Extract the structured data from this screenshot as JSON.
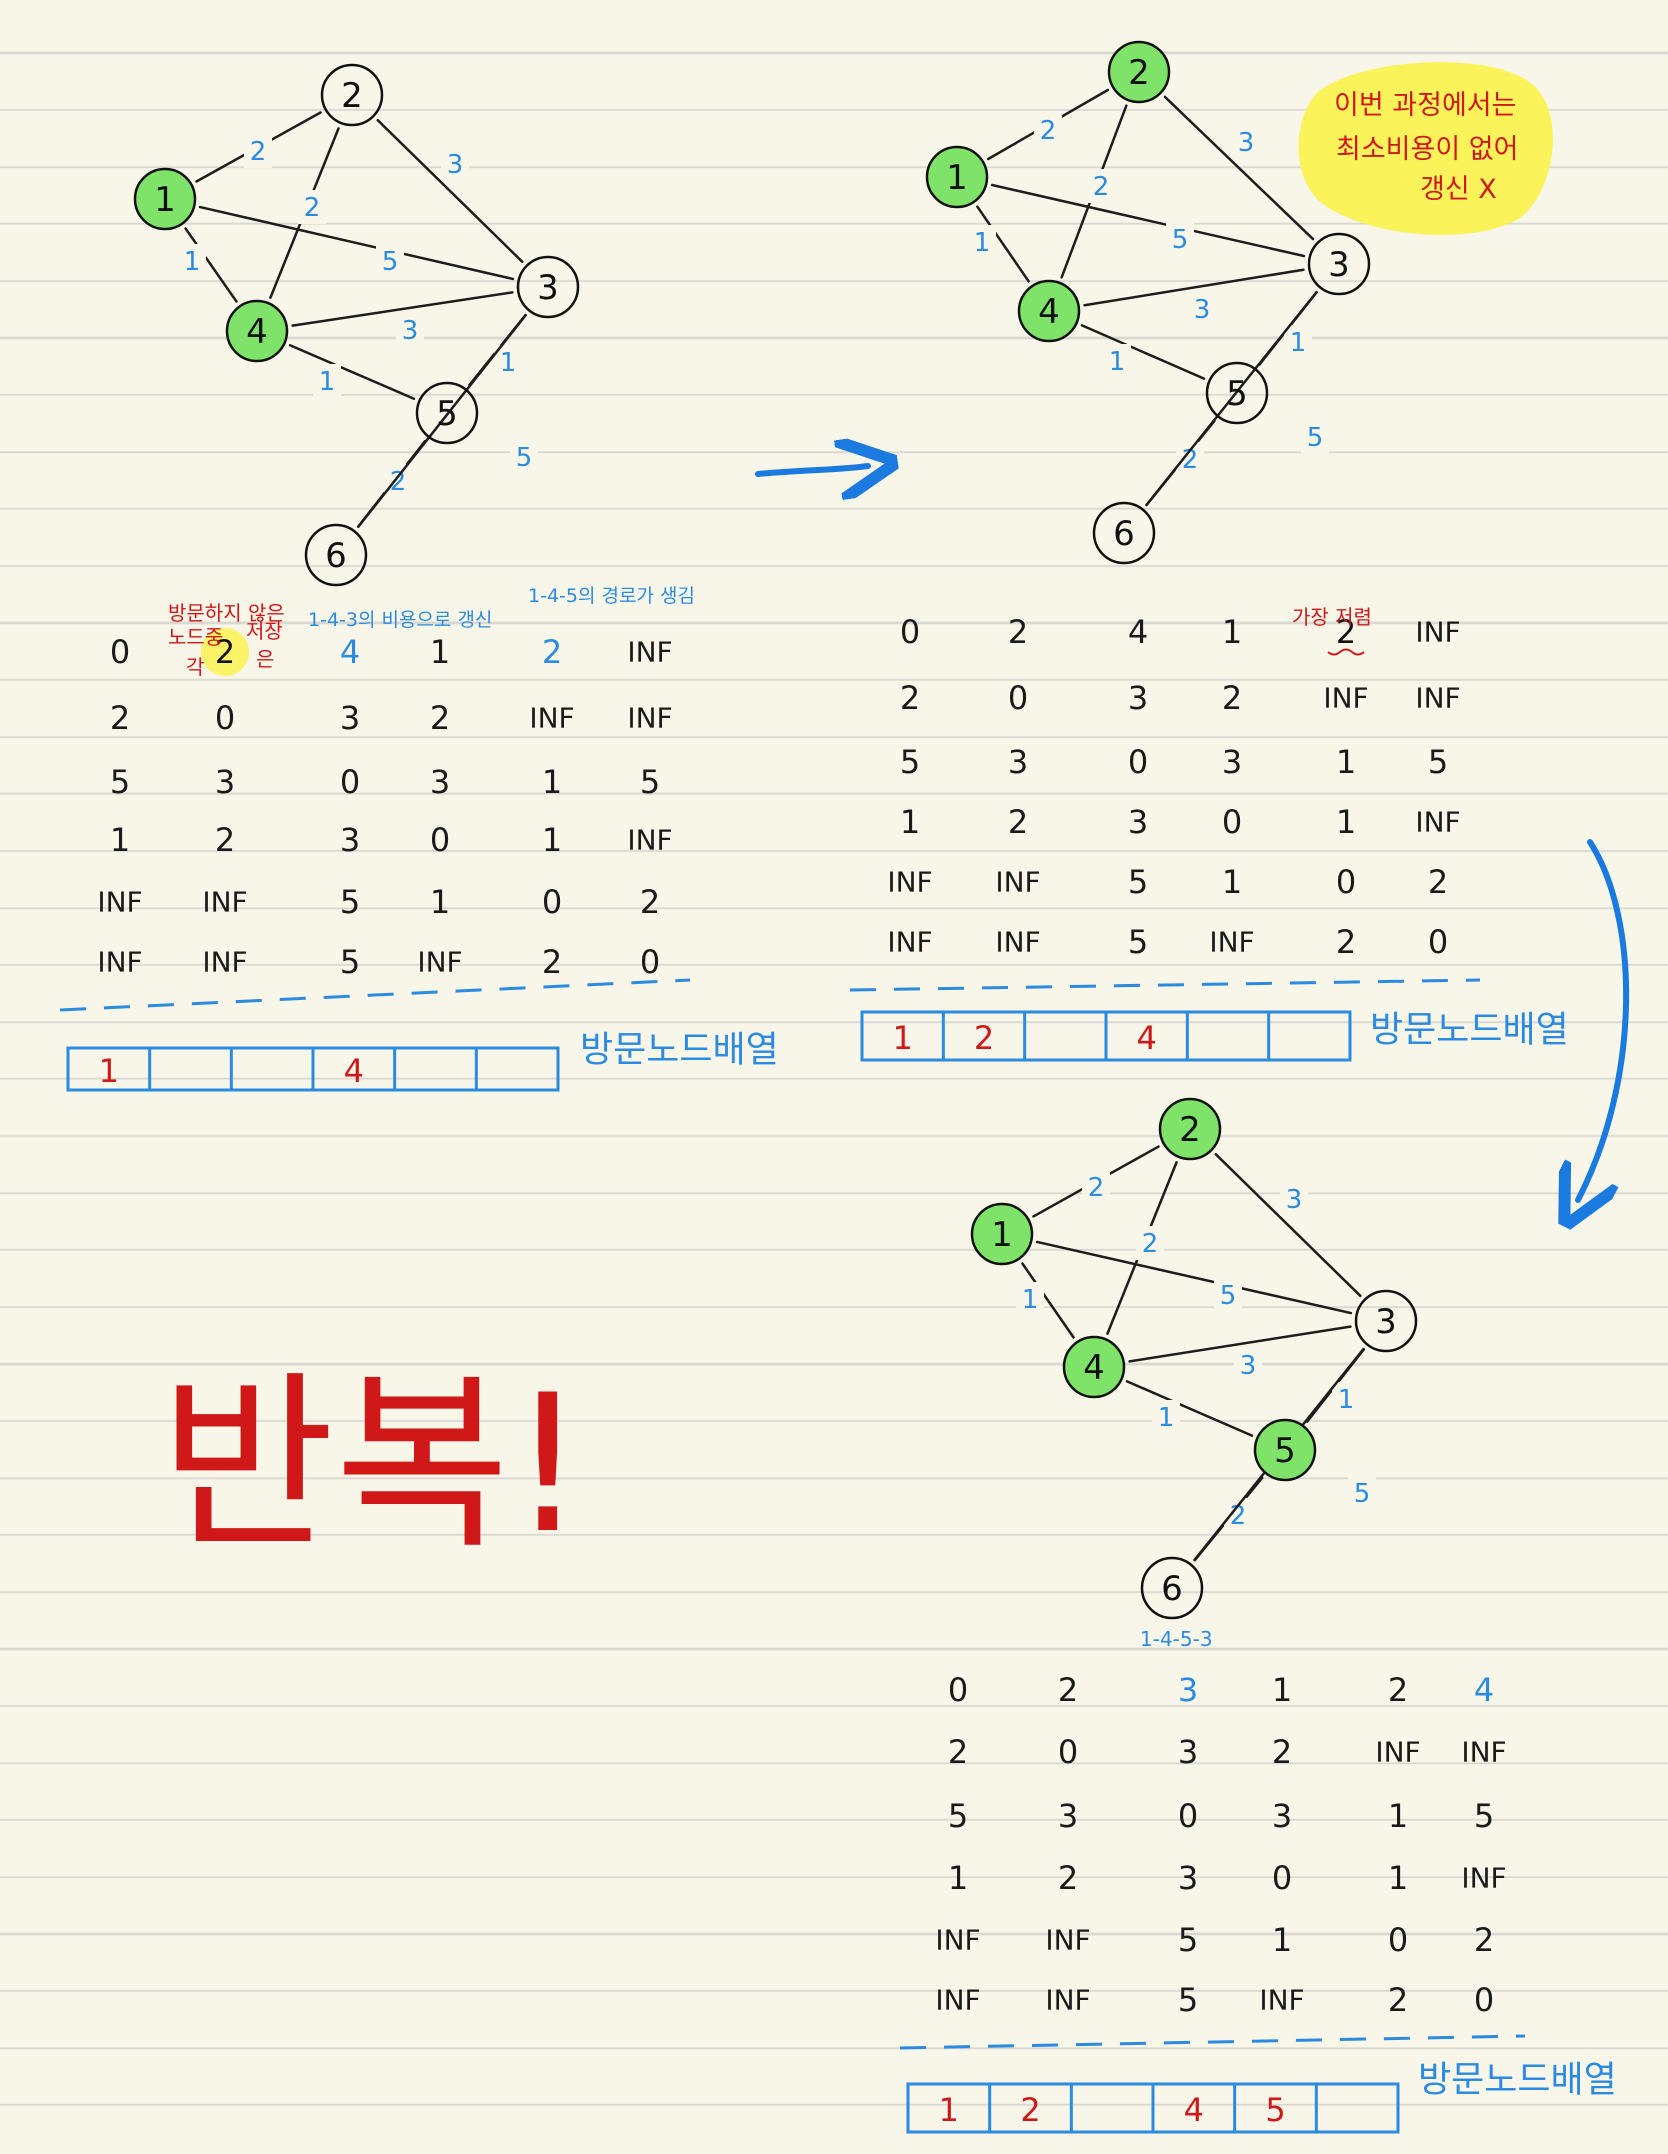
{
  "graph": {
    "nodes": [
      "1",
      "2",
      "3",
      "4",
      "5",
      "6"
    ],
    "edges": [
      {
        "a": "1",
        "b": "2",
        "w": "2"
      },
      {
        "a": "1",
        "b": "4",
        "w": "1"
      },
      {
        "a": "1",
        "b": "3",
        "w": "5"
      },
      {
        "a": "2",
        "b": "3",
        "w": "3"
      },
      {
        "a": "2",
        "b": "4",
        "w": "2"
      },
      {
        "a": "4",
        "b": "3",
        "w": "3"
      },
      {
        "a": "4",
        "b": "5",
        "w": "1"
      },
      {
        "a": "5",
        "b": "3",
        "w": "1"
      },
      {
        "a": "5",
        "b": "6",
        "w": "2"
      },
      {
        "a": "6",
        "b": "3",
        "w": "5"
      }
    ]
  },
  "step1": {
    "visited_nodes": [
      "1",
      "4"
    ],
    "matrix": [
      [
        "0",
        "2",
        "4",
        "1",
        "2",
        "INF"
      ],
      [
        "2",
        "0",
        "3",
        "2",
        "INF",
        "INF"
      ],
      [
        "5",
        "3",
        "0",
        "3",
        "1",
        "5"
      ],
      [
        "1",
        "2",
        "3",
        "0",
        "1",
        "INF"
      ],
      [
        "INF",
        "INF",
        "5",
        "1",
        "0",
        "2"
      ],
      [
        "INF",
        "INF",
        "5",
        "INF",
        "2",
        "0"
      ]
    ],
    "notes": {
      "not_visited_line1": "방문하지 않은",
      "not_visited_line2": "노드중",
      "not_visited_line3": "각",
      "lowest": "저장",
      "lowest_suffix": "은",
      "path_143": "1-4-3의 비용으로 갱신",
      "path_145": "1-4-5의 경로가 생김"
    },
    "visited_array": [
      "1",
      "",
      "",
      "4",
      "",
      ""
    ],
    "visited_label": "방문노드배열"
  },
  "step2": {
    "visited_nodes": [
      "1",
      "4",
      "2"
    ],
    "matrix": [
      [
        "0",
        "2",
        "4",
        "1",
        "2",
        "INF"
      ],
      [
        "2",
        "0",
        "3",
        "2",
        "INF",
        "INF"
      ],
      [
        "5",
        "3",
        "0",
        "3",
        "1",
        "5"
      ],
      [
        "1",
        "2",
        "3",
        "0",
        "1",
        "INF"
      ],
      [
        "INF",
        "INF",
        "5",
        "1",
        "0",
        "2"
      ],
      [
        "INF",
        "INF",
        "5",
        "INF",
        "2",
        "0"
      ]
    ],
    "note_lowest": "가장 저렴",
    "sticky_note": [
      "이번 과정에서는",
      "최소비용이 없어",
      "갱신 X"
    ],
    "visited_array": [
      "1",
      "2",
      "",
      "4",
      "",
      ""
    ],
    "visited_label": "방문노드배열"
  },
  "step3": {
    "visited_nodes": [
      "1",
      "4",
      "2",
      "5"
    ],
    "path_note": "1-4-5-3",
    "matrix": [
      [
        "0",
        "2",
        "3",
        "1",
        "2",
        "4"
      ],
      [
        "2",
        "0",
        "3",
        "2",
        "INF",
        "INF"
      ],
      [
        "5",
        "3",
        "0",
        "3",
        "1",
        "5"
      ],
      [
        "1",
        "2",
        "3",
        "0",
        "1",
        "INF"
      ],
      [
        "INF",
        "INF",
        "5",
        "1",
        "0",
        "2"
      ],
      [
        "INF",
        "INF",
        "5",
        "INF",
        "2",
        "0"
      ]
    ],
    "visited_array": [
      "1",
      "2",
      "",
      "4",
      "5",
      ""
    ],
    "visited_label": "방문노드배열"
  },
  "repeat_text": "반복!",
  "colors": {
    "visited_fill": "#7fe36a",
    "blue": "#2b8be0",
    "red": "#d01818",
    "sticky": "#fbf35a"
  }
}
